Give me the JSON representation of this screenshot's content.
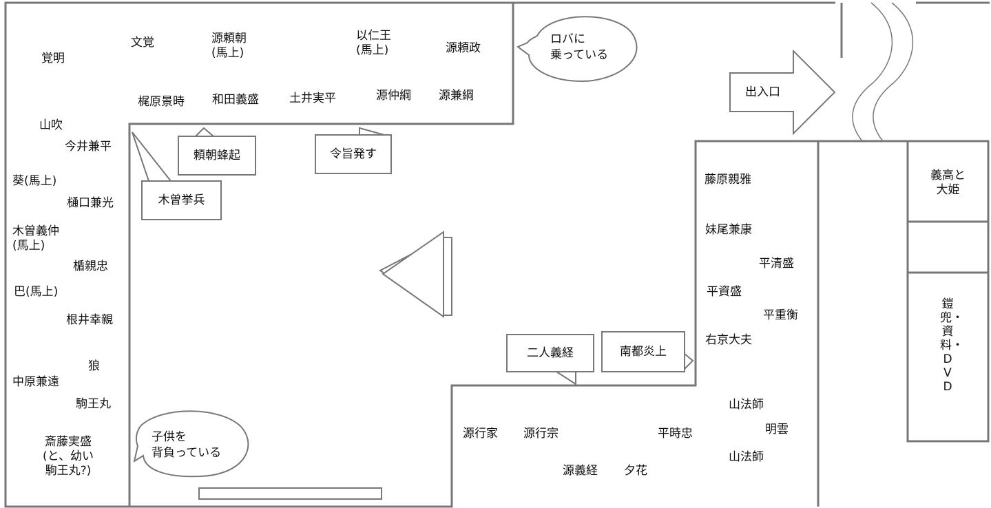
{
  "labels": {
    "kakumyo": "覚明",
    "mongaku": "文覚",
    "minamoto_yoritomo": "源頼朝\n(馬上)",
    "mochihito_o": "以仁王\n(馬上)",
    "minamoto_yorimasa": "源頼政",
    "kajiwara_kagetoki": "梶原景時",
    "wada_yoshimori": "和田義盛",
    "doi_sanehira": "土井実平",
    "minamoto_nakatsuna": "源仲綱",
    "minamoto_kanetsuna": "源兼綱",
    "yamabuki": "山吹",
    "imai_kanehira": "今井兼平",
    "aoi": "葵(馬上)",
    "higuchi_kanemitsu": "樋口兼光",
    "kiso_yoshinaka": "木曽義仲\n(馬上)",
    "tate_chikatada": "楯親忠",
    "tomoe": "巴(馬上)",
    "nei_yukichika": "根井幸親",
    "ookami": "狼",
    "nakahara_kanetoo": "中原兼遠",
    "komaomaru": "駒王丸",
    "saito_sanemori": "斎藤実盛\n(と、幼い\n駒王丸?)",
    "fujiwara_chikamasa": "藤原親雅",
    "senoo_kaneyasu": "妹尾兼康",
    "taira_kiyomori": "平清盛",
    "taira_sukemori": "平資盛",
    "taira_shigehira": "平重衡",
    "ukyo_daibu": "右京大夫",
    "yamahoshi_1": "山法師",
    "meiun": "明雲",
    "yamahoshi_2": "山法師",
    "minamoto_yukiie": "源行家",
    "minamoto_yukimune": "源行宗",
    "taira_tokitada": "平時忠",
    "minamoto_yoshitsune": "源義経",
    "yuka": "夕花"
  },
  "callouts": {
    "yoritomo_hoki": "頼朝蜂起",
    "ryoji_hassu": "令旨発す",
    "kiso_kyohei": "木曽挙兵",
    "futari_yoshitsune": "二人義経",
    "nanto_enjo": "南都炎上"
  },
  "bubbles": {
    "roba": "ロバに\n乗っている",
    "kodomo": "子供を\n背負っている"
  },
  "entrance": "出入口",
  "side_rooms": {
    "yoshitaka_ohime": "義高と\n大姫",
    "middle": "",
    "armor_dvd": "鎧兜・資料・DVD"
  },
  "colors": {
    "wall": "#777777",
    "text": "#111111"
  }
}
